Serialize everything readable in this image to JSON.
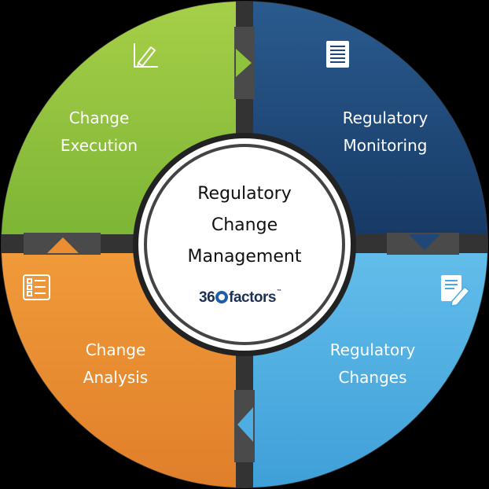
{
  "center": {
    "title_lines": [
      "Regulatory",
      "Change",
      "Management"
    ],
    "brand_prefix": "36",
    "brand_suffix": "factors",
    "brand_tm": "™"
  },
  "quadrants": {
    "execution": {
      "line1": "Change",
      "line2": "Execution",
      "color": "#8ec13f",
      "icon": "pencil-chart-icon"
    },
    "monitoring": {
      "line1": "Regulatory",
      "line2": "Monitoring",
      "color": "#20477a",
      "icon": "document-list-icon"
    },
    "changes": {
      "line1": "Regulatory",
      "line2": "Changes",
      "color": "#5ab3e3",
      "icon": "edit-document-icon"
    },
    "analysis": {
      "line1": "Change",
      "line2": "Analysis",
      "color": "#ec8d31",
      "icon": "checklist-icon"
    }
  },
  "colors": {
    "background": "#000000",
    "ring": "#3a3a3a",
    "center_fill": "#ffffff",
    "center_ring": "#555555"
  }
}
